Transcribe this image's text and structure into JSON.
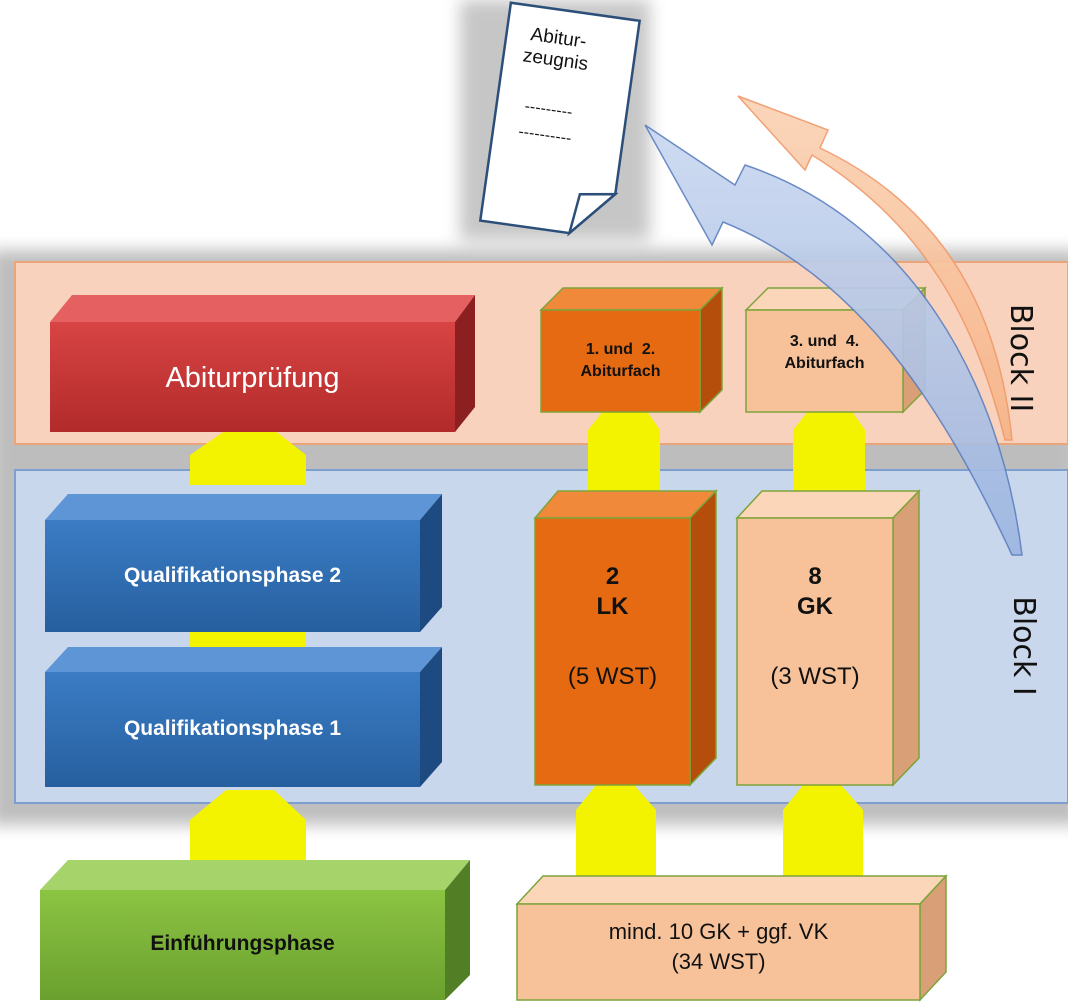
{
  "phases": {
    "abiturpruefung": "Abiturprüfung",
    "q2": "Qualifikationsphase 2",
    "q1": "Qualifikationsphase 1",
    "einfuehrung": "Einführungsphase"
  },
  "exam_subjects": {
    "first_second": {
      "line1": "1. und  2.",
      "line2": "Abiturfach"
    },
    "third_fourth": {
      "line1": "3. und  4.",
      "line2": "Abiturfach"
    }
  },
  "courses": {
    "lk": {
      "count": "2",
      "type": "LK",
      "hours": "(5 WST)"
    },
    "gk": {
      "count": "8",
      "type": "GK",
      "hours": "(3 WST)"
    },
    "base": {
      "line1": "mind. 10 GK + ggf. VK",
      "line2": "(34 WST)"
    }
  },
  "blocks": {
    "block2": "Block II",
    "block1": "Block I"
  },
  "certificate": {
    "line1": "Abitur-",
    "line2": "zeugnis",
    "dash1": "---------",
    "dash2": "----------"
  },
  "colors": {
    "red": "#c0302f",
    "blue": "#2f6db5",
    "green": "#7bb23a",
    "orange": "#e56a12",
    "peach": "#f7c29a",
    "yellow": "#f3f300",
    "band_top": "#f8d2bd",
    "band_bottom": "#c9d7ec"
  }
}
